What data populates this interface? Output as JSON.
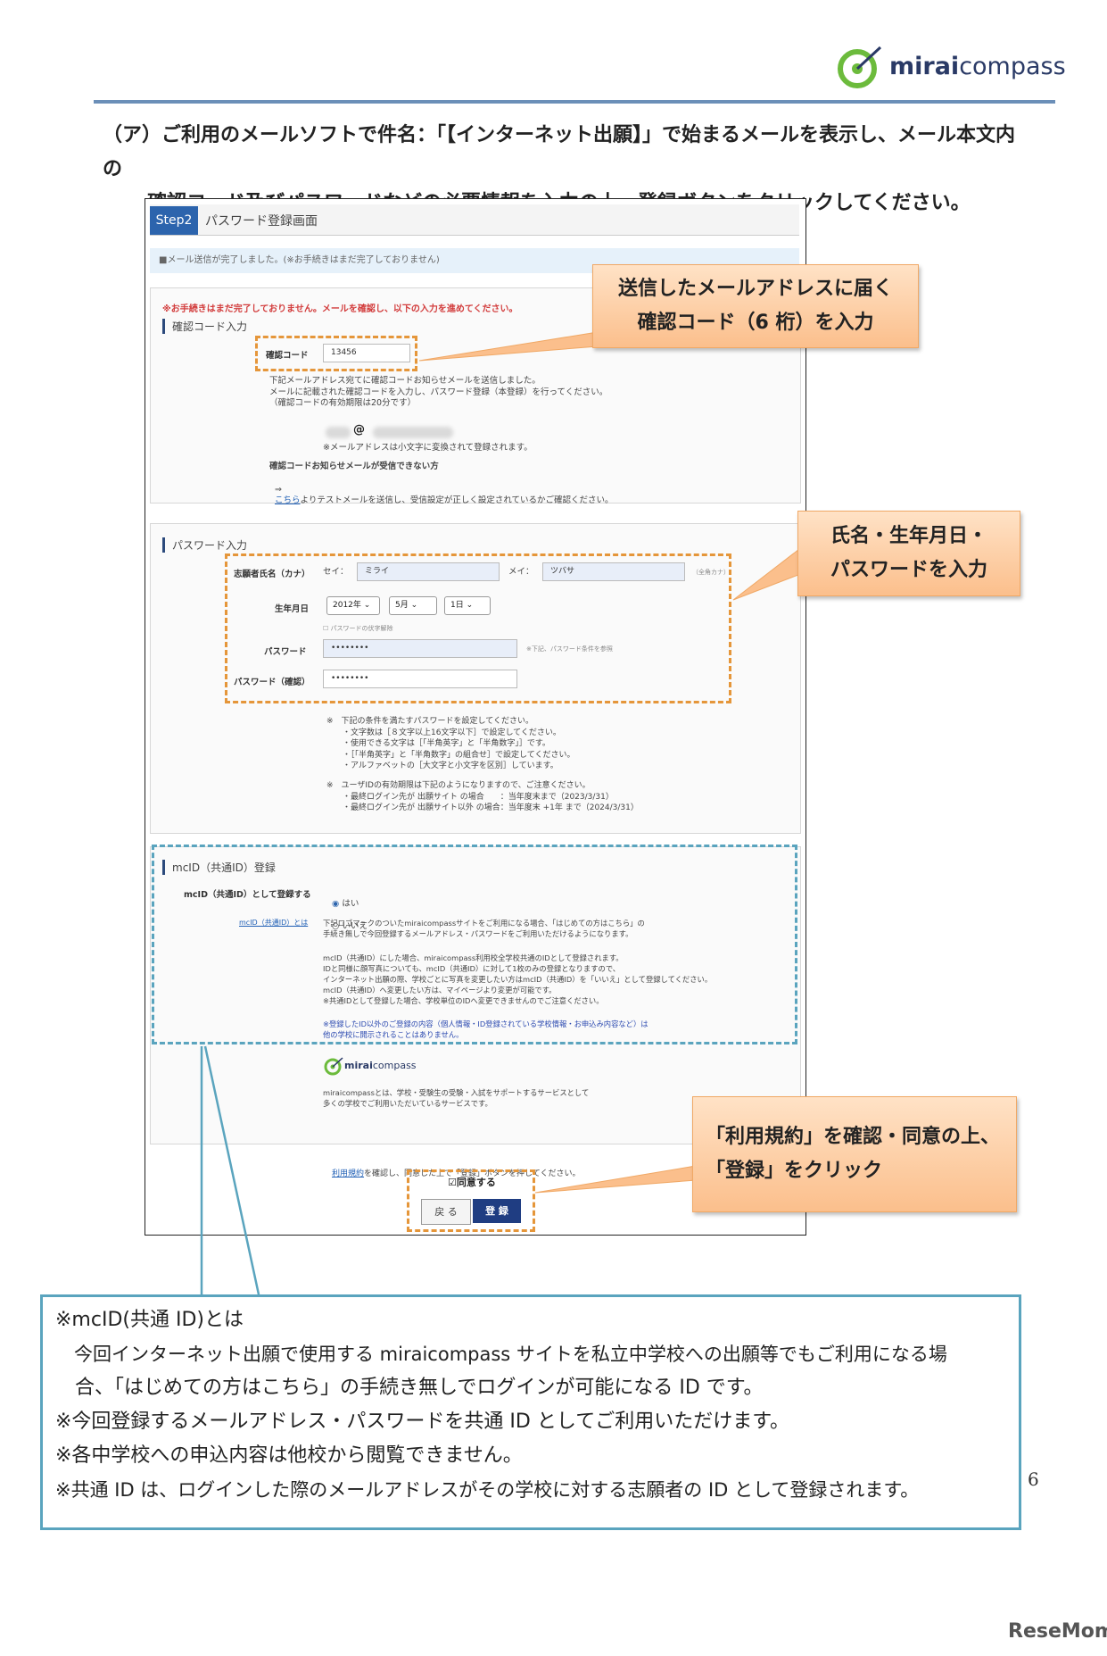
{
  "header": {
    "logo_bold": "mirai",
    "logo_text": "compass"
  },
  "intro": {
    "line1": "（ア）ご利用のメールソフトで件名：「【インターネット出願】」で始まるメールを表示し、メール本文内の",
    "line2": "確認コード及びパスワードなどの必要情報を入力の上、登録ボタンをクリックしてください。"
  },
  "screen": {
    "step_tag": "Step2",
    "step_title": "パスワード登録画面",
    "notice": "■メール送信が完了しました。(※お手続きはまだ完了しておりません)",
    "warning": "※お手続きはまだ完了しておりません。メールを確認し、以下の入力を進めてください。",
    "code_section": "確認コード入力",
    "code_label": "確認コード",
    "code_value": "13456",
    "code_help": "下記メールアドレス宛てに確認コードお知らせメールを送信しました。\nメールに記載された確認コードを入力し、パスワード登録（本登録）を行ってください。\n（確認コードの有効期限は20分です）",
    "at_mark": "@",
    "lowercase_note": "※メールアドレスは小文字に変換されて登録されます。",
    "not_received": "確認コードお知らせメールが受信できない方",
    "arrow": "⇒",
    "test_link": "こちら",
    "test_rest": "よりテストメールを送信し、受信設定が正しく設定されているかご確認ください。",
    "pw_section": "パスワード入力",
    "name_label": "志願者氏名（カナ）",
    "sei_label": "セイ：",
    "sei_value": "ミライ",
    "mei_label": "メイ：",
    "mei_value": "ツバサ",
    "kana_note": "（全角カナ）",
    "dob_label": "生年月日",
    "year": "2012年",
    "month": "5月",
    "day": "1日",
    "show_pw": "パスワードの伏字解除",
    "pw_label": "パスワード",
    "pw_value": "••••••••",
    "pw_note": "※下記、パスワード条件を参照",
    "pw2_label": "パスワード（確認）",
    "pw2_value": "••••••••",
    "pw_rules": "※　下記の条件を満たすパスワードを設定してください。\n　　・文字数は［８文字以上16文字以下］で設定してください。\n　　・使用できる文字は［「半角英字」と「半角数字」］です。\n　　・［「半角英字」と「半角数字」の組合せ］で設定してください。\n　　・アルファベットの［大文字と小文字を区別］しています。",
    "id_rules": "※　ユーザIDの有効期限は下記のようになりますので、ご注意ください。\n　　・最終ログイン先が 出願サイト の場合　　：当年度末まで（2023/3/31）\n　　・最終ログイン先が 出願サイト以外 の場合：当年度末 +1年 まで（2024/3/31）",
    "mcid_section": "mcID（共通ID）登録",
    "mcid_label": "mcID（共通ID）として登録する",
    "radio_yes": "はい",
    "radio_no": "いいえ",
    "mcid_link": "mcID（共通ID）とは",
    "mcid_text1": "下記ロゴマークのついたmiraicompassサイトをご利用になる場合、「はじめての方はこちら」の\n手続き無しで今回登録するメールアドレス・パスワードをご利用いただけるようになります。",
    "mcid_text2": "mcID（共通ID）にした場合、miraicompass利用校全学校共通のIDとして登録されます。\nIDと同様に顔写真についても、mcID（共通ID）に対して1枚のみの登録となりますので、\nインターネット出願の際、学校ごとに写真を変更したい方はmcID（共通ID）を「いいえ」として登録してください。\nmcID（共通ID）へ変更したい方は、マイページより変更が可能です。\n※共通IDとして登録した場合、学校単位のIDへ変更できませんのでご注意ください。",
    "mcid_text3": "※登録したID以外のご登録の内容（個人情報・ID登録されている学校情報・お申込み内容など）は\n他の学校に開示されることはありません。",
    "mini_logo_bold": "mirai",
    "mini_logo_text": "compass",
    "mirai_desc": "miraicompassとは、学校・受験生の受験・入試をサポートするサービスとして\n多くの学校でご利用いただいているサービスです。",
    "terms_link": "利用規約",
    "terms_text": "を確認し、同意した上で「登録」ボタンを押してください。",
    "agree": "☑同意する",
    "back": "戻 る",
    "register": "登 録"
  },
  "callouts": {
    "c1_l1": "送信したメールアドレスに届く",
    "c1_l2": "確認コード（6 桁）を入力",
    "c2_l1": "氏名・生年月日・",
    "c2_l2": "パスワードを入力",
    "c3_l1": "「利用規約」を確認・同意の上、",
    "c3_l2": "「登録」をクリック"
  },
  "notes": {
    "n1": "※mcID(共通 ID)とは",
    "n2": "　今回インターネット出願で使用する miraicompass サイトを私立中学校への出願等でもご利用になる場",
    "n3": "　合、「はじめての方はこちら」の手続き無しでログインが可能になる ID です。",
    "n4": "※今回登録するメールアドレス・パスワードを共通 ID としてご利用いただけます。",
    "n5": "※各中学校への申込内容は他校から閲覧できません。",
    "n6": "※共通 ID は、ログインした際のメールアドレスがその学校に対する志願者の ID として登録されます。"
  },
  "page_number": "6",
  "watermark": "ReseMom"
}
